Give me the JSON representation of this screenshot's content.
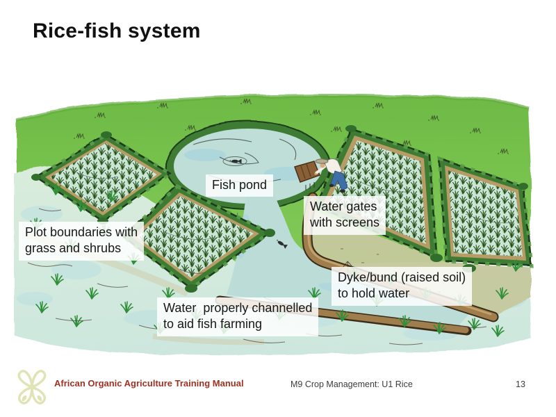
{
  "title": "Rice-fish system",
  "labels": {
    "fish_pond": {
      "lines": [
        "Fish pond"
      ]
    },
    "water_gates": {
      "lines": [
        "Water gates",
        "with screens"
      ]
    },
    "plot_boundaries": {
      "lines": [
        "Plot boundaries with",
        "grass and shrubs"
      ]
    },
    "dyke_bund": {
      "lines": [
        "Dyke/bund (raised soil)",
        "to hold water"
      ]
    },
    "water_channelled": {
      "lines": [
        "Water  properly channelled",
        "to aid fish farming"
      ]
    }
  },
  "footer": {
    "manual": "African Organic Agriculture Training Manual",
    "module": "M9 Crop Management: U1 Rice",
    "page": "13"
  },
  "illustration": {
    "description": "Watercolor aerial view of a rice-fish system: four hedge-bordered rice paddies, a round fish pond with a fish, a farmer tending water gates with screens, and dyke/bund channels guiding water through grassy marshland",
    "colors": {
      "field_green": "#77c14e",
      "hedge_green": "#3c7c33",
      "paddy_water": "#cbe5d7",
      "pond_water": "#c0ded8",
      "dyke_brown": "#a07d4c",
      "bund_tan": "#b79c66",
      "marsh_green": "#d7ebdc",
      "accent_red": "#9e3122",
      "logo_olive": "#e0e3b4"
    }
  }
}
